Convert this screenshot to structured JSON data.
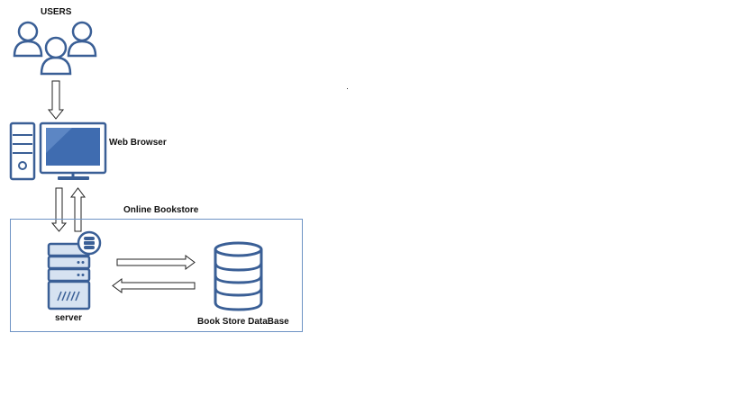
{
  "labels": {
    "users": "USERS",
    "web_browser": "Web Browser",
    "online_bookstore": "Online Bookstore",
    "server": "server",
    "database": "Book Store DataBase"
  },
  "colors": {
    "icon_stroke": "#3A5F96",
    "icon_fill_light": "#D6E2F1",
    "screen_fill": "#3F6CB0",
    "box_border": "#6E93C4",
    "arrow_stroke": "#222222"
  },
  "icons": [
    "users-icon",
    "desktop-computer-icon",
    "server-icon",
    "database-badge-icon",
    "database-icon"
  ]
}
